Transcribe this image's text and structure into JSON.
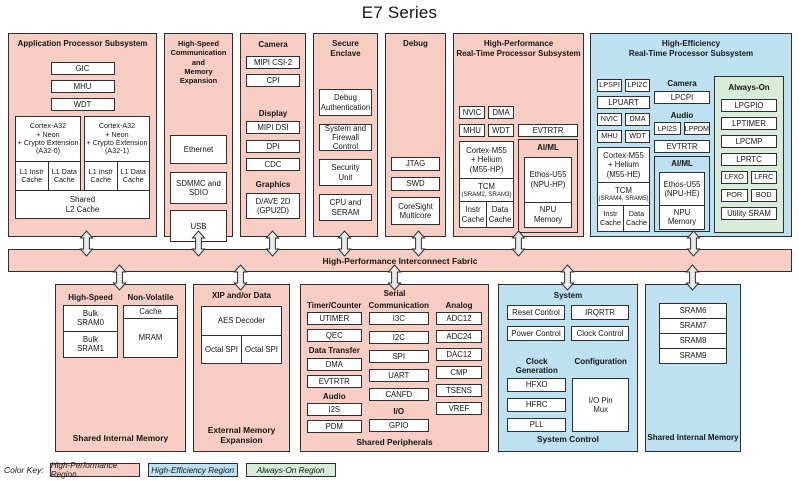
{
  "title": "E7 Series",
  "fabric_label": "High-Performance Interconnect Fabric",
  "colors": {
    "high_performance_region": "#f8cdc3",
    "high_efficiency_region": "#bde1f1",
    "always_on_region": "#d8ecda",
    "border": "#2e2e2e"
  },
  "app": {
    "title": "Application Processor Subsystem",
    "boxes": [
      "GIC",
      "MHU",
      "WDT"
    ],
    "clusters": [
      {
        "cpu": "Cortex-A32\n+ Neon\n+ Crypto Extension\n(A32-0)",
        "caches": [
          "L1 Instr\nCache",
          "L1 Data\nCache"
        ]
      },
      {
        "cpu": "Cortex-A32\n+ Neon\n+ Crypto Extension\n(A32-1)",
        "caches": [
          "L1 Instr\nCache",
          "L1 Data\nCache"
        ]
      }
    ],
    "l2": "Shared\nL2 Cache"
  },
  "hscm": {
    "title": "High-Speed\nCommunication and\nMemory Expansion",
    "boxes": [
      "Ethernet",
      "SDMMC and\nSDIO",
      "USB"
    ]
  },
  "cam": {
    "camera_header": "Camera",
    "camera_boxes": [
      "MIPI CSI-2",
      "CPI"
    ],
    "display_header": "Display",
    "display_boxes": [
      "MIPI DSI",
      "DPI",
      "CDC"
    ],
    "graphics_header": "Graphics",
    "gpu": "D/AVE 2D\n(GPU2D)"
  },
  "sec": {
    "title": "Secure\nEnclave",
    "boxes": [
      "Debug\nAuthentication",
      "System and\nFirewall Control",
      "Security\nUnit",
      "CPU and\nSERAM"
    ]
  },
  "dbg": {
    "title": "Debug",
    "boxes": [
      "JTAG",
      "SWD"
    ],
    "coresight": "CoreSight\nMulticore"
  },
  "hprt": {
    "title": "High-Performance\nReal-Time Processor Subsystem",
    "pairs": [
      [
        "NVIC",
        "DMA"
      ],
      [
        "MHU",
        "WDT"
      ]
    ],
    "cpu": "Cortex-M55\n+ Helium\n(M55-HP)",
    "tcm_title": "TCM",
    "tcm_sub": "(SRAM2, SRAM3)",
    "caches": [
      "Instr\nCache",
      "Data\nCache"
    ],
    "evtrtr": "EVTRTR",
    "aiml": {
      "header": "AI/ML",
      "npu": "Ethos-U55\n(NPU-HP)",
      "mem": "NPU\nMemory"
    }
  },
  "hert": {
    "title": "High-Efficiency\nReal-Time Processor Subsystem",
    "left": {
      "pairs": [
        [
          "LPSPI",
          "LPI2C"
        ],
        [
          "NVIC",
          "DMA"
        ],
        [
          "MHU",
          "WDT"
        ]
      ],
      "lpuart": "LPUART",
      "cpu": "Cortex-M55\n+ Helium\n(M55-HE)",
      "tcm_title": "TCM",
      "tcm_sub": "(SRAM4, SRAM5)",
      "caches": [
        "Instr\nCache",
        "Data\nCache"
      ]
    },
    "mid": {
      "camera_header": "Camera",
      "lpcpi": "LPCPI",
      "audio_header": "Audio",
      "audio_pair": [
        "LPI2S",
        "LPPDM"
      ],
      "evtrtr": "EVTRTR",
      "aiml": {
        "header": "AI/ML",
        "npu": "Ethos-U55\n(NPU-HE)",
        "mem": "NPU\nMemory"
      }
    },
    "ao": {
      "header": "Always-On",
      "boxes": [
        "LPGPIO",
        "LPTIMER",
        "LPCMP",
        "LPRTC"
      ],
      "pairs": [
        [
          "LFXO",
          "LFRC"
        ],
        [
          "POR",
          "BOD"
        ]
      ],
      "sram": "Utility SRAM"
    }
  },
  "sml": {
    "hs_header": "High-Speed",
    "hs_cells": [
      "Bulk\nSRAM0",
      "Bulk\nSRAM1"
    ],
    "nv_header": "Non-Volatile",
    "nv_cache": "Cache",
    "nv_mram": "MRAM",
    "label": "Shared Internal Memory"
  },
  "eme": {
    "header": "XIP and/or Data",
    "aes": "AES Decoder",
    "spis": [
      "Octal SPI",
      "Octal SPI"
    ],
    "label": "External Memory\nExpansion"
  },
  "sp": {
    "serial_top": "Serial",
    "timer_header": "Timer/Counter",
    "timer_boxes": [
      "UTIMER",
      "QEC"
    ],
    "dt_header": "Data Transfer",
    "dt_boxes": [
      "DMA",
      "EVTRTR"
    ],
    "audio_header": "Audio",
    "audio_boxes": [
      "I2S",
      "PDM"
    ],
    "comm_header": "Communication",
    "comm_boxes": [
      "I3C",
      "I2C",
      "SPI",
      "UART",
      "CANFD"
    ],
    "io_header": "I/O",
    "io_boxes": [
      "GPIO"
    ],
    "analog_header": "Analog",
    "analog_boxes": [
      "ADC12",
      "ADC24",
      "DAC12",
      "CMP",
      "TSENS",
      "VREF"
    ],
    "label": "Shared Peripherals"
  },
  "sc": {
    "system_header": "System",
    "grid": [
      "Reset Control",
      "IRQRTR",
      "Power Control",
      "Clock Control"
    ],
    "clockgen_header": "Clock Generation",
    "config_header": "Configuration",
    "clocks": [
      "HFXO",
      "HFRC",
      "PLL"
    ],
    "pinmux": "I/O Pin\nMux",
    "label": "System Control"
  },
  "smr": {
    "srams": [
      "SRAM6",
      "SRAM7",
      "SRAM8",
      "SRAM9"
    ],
    "label": "Shared Internal Memory"
  },
  "color_key": {
    "label": "Color Key:",
    "items": [
      "High-Performance Region",
      "High-Efficiency Region",
      "Always-On Region"
    ]
  }
}
